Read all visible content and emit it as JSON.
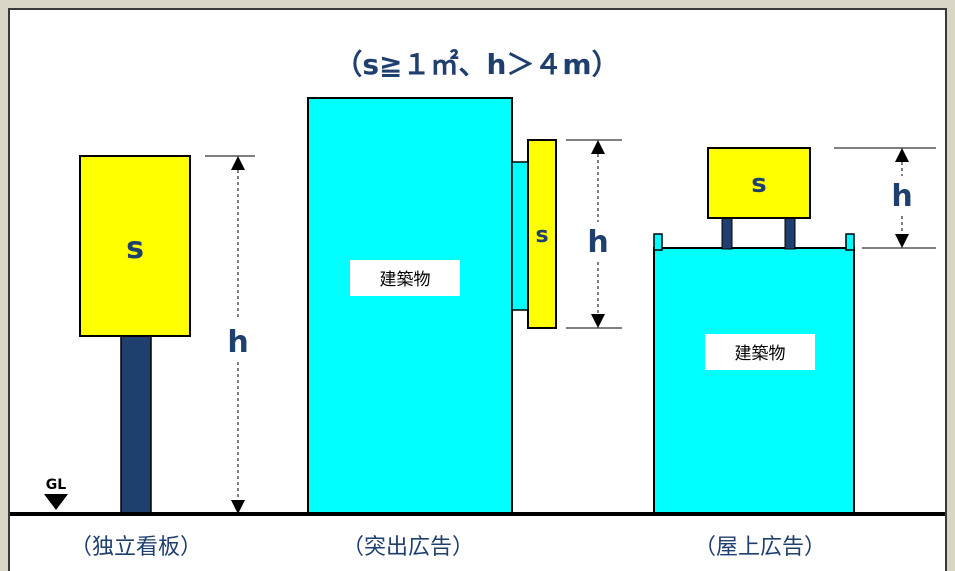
{
  "condition": "（s≧１㎡、h＞４m）",
  "ground_label": "GL",
  "sign_symbol": "s",
  "height_symbol": "h",
  "building_label": "建築物",
  "captions": {
    "standalone": "（独立看板）",
    "projecting": "（突出広告）",
    "rooftop": "（屋上広告）"
  },
  "colors": {
    "sign_fill": "#ffff00",
    "building_fill": "#00ffff",
    "post_fill": "#1f3f6e",
    "text_blue": "#1f3f6e",
    "outline": "#000000"
  }
}
